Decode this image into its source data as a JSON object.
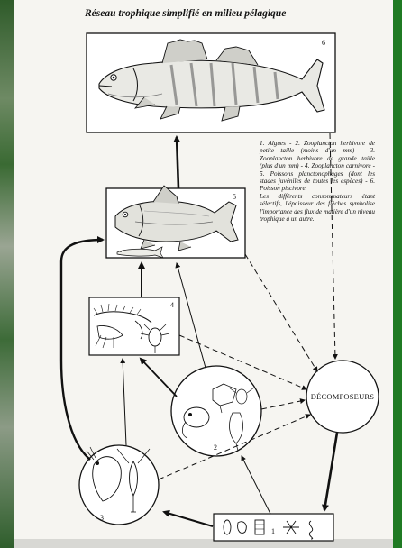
{
  "title": "Réseau trophique simplifié en milieu pélagique",
  "legend": {
    "entries": "1. Algues - 2. Zooplancton herbivore de petite taille (moins d'un mm) - 3. Zooplancton herbivore de grande taille (plus d'un mm) - 4. Zooplancton carnivore - 5. Poissons planctonophages (dont les stades juvéniles de toutes les espèces) - 6. Poisson piscivore.",
    "note": "Les différents consommateurs étant sélectifs, l'épaisseur des flèches symbolise l'importance des flux de matière d'un niveau trophique à un autre."
  },
  "nodes": {
    "n1": "1",
    "n2": "2",
    "n3": "3",
    "n4": "4",
    "n5": "5",
    "n6": "6",
    "decomposers": "DÉCOMPOSEURS"
  },
  "colors": {
    "frame_green": "#1a6b1f",
    "paper": "#f6f5f1",
    "ink": "#111111"
  }
}
